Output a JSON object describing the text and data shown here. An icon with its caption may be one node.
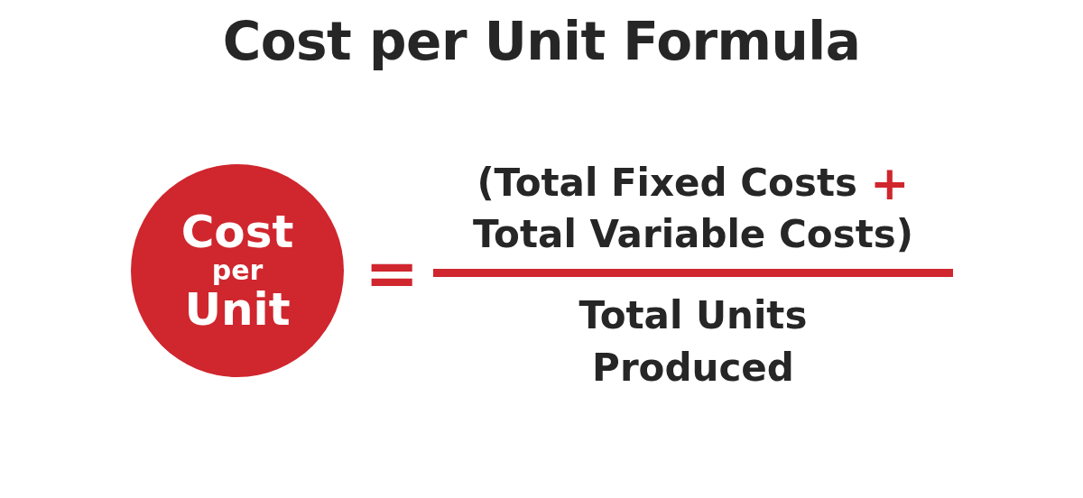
{
  "diagram": {
    "title": "Cost per Unit Formula",
    "nodes": [
      {
        "text": [
          "Cost",
          "per",
          "Unit"
        ]
      }
    ],
    "labels": [
      "=",
      "(Total Fixed Costs",
      "+",
      "Total Variable Costs)",
      "Total Units Produced"
    ]
  }
}
